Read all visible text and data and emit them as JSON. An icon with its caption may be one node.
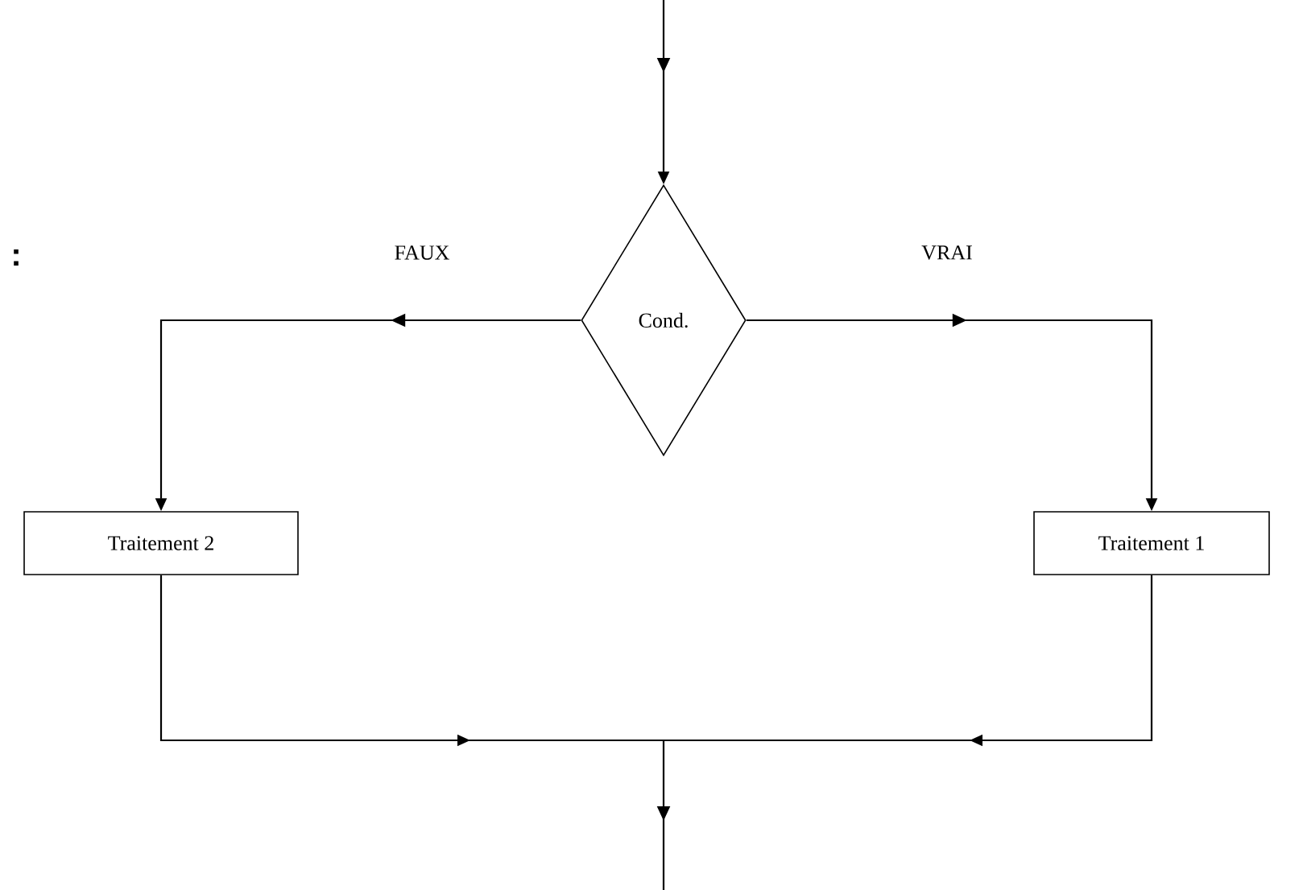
{
  "diagram": {
    "nodes": [
      {
        "text": [
          "Cond."
        ]
      },
      {
        "text": [
          "Traitement 2"
        ]
      },
      {
        "text": [
          "Traitement 1"
        ]
      }
    ],
    "edges": [
      {
        "from": null,
        "to": 0,
        "arrow": "to"
      },
      {
        "from": 0,
        "to": 1,
        "arrow": "to",
        "label": "FAUX"
      },
      {
        "from": 0,
        "to": 2,
        "arrow": "to",
        "label": "VRAI"
      },
      {
        "from": 1,
        "to": null,
        "arrow": "to"
      },
      {
        "from": 2,
        "to": null,
        "arrow": "to"
      }
    ],
    "labels": [
      ":"
    ]
  }
}
